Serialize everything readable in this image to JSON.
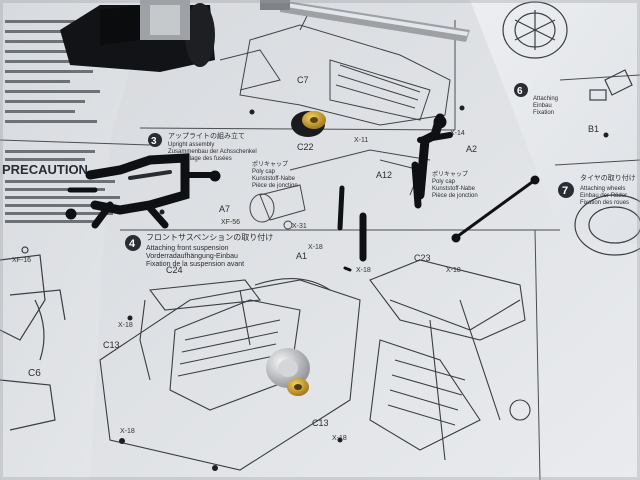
{
  "steps": [
    {
      "number": "3",
      "title_jp": "アップライトの組み立て",
      "title_en": "Upright assembly",
      "title_de": "Zusammenbau der Achsschenkel",
      "title_fr": "Assemblage des fusées"
    },
    {
      "number": "4",
      "title_jp": "フロントサスペンションの取り付け",
      "title_en": "Attaching front suspension",
      "title_de": "Vorderradaufhängung-Einbau",
      "title_fr": "Fixation de la suspension avant"
    },
    {
      "number": "6",
      "title_en": "Attaching",
      "title_de": "Einbau",
      "title_fr": "Fixation"
    },
    {
      "number": "7",
      "title_jp": "タイヤの取り付け",
      "title_en": "Attaching wheels",
      "title_de": "Einbau der Räder",
      "title_fr": "Fixation des roues"
    }
  ],
  "precaution": {
    "title": "PRECAUTION"
  },
  "parts": {
    "c7": "C7",
    "c22": "C22",
    "a2": "A2",
    "a12": "A12",
    "a7": "A7",
    "a1": "A1",
    "c24": "C24",
    "c23": "C23",
    "c13_left": "C13",
    "c13_right": "C13",
    "c6": "C6",
    "b1": "B1",
    "x18": "X-18",
    "x31": "X-31",
    "x11": "X-11",
    "x14": "X-14",
    "xf16": "XF-16",
    "xf56": "XF-56",
    "poly_cap_jp": "ポリキャップ",
    "poly_cap_en": "Poly cap",
    "poly_cap_de": "Kunststoff-Nabe",
    "poly_cap_fr": "Pièce de jonction"
  },
  "colors": {
    "paper": "#e7e9ec",
    "ink": "#2a2d33",
    "plastic": "#141518",
    "gold": "#c9971e",
    "silver": "#b9bcc0"
  }
}
